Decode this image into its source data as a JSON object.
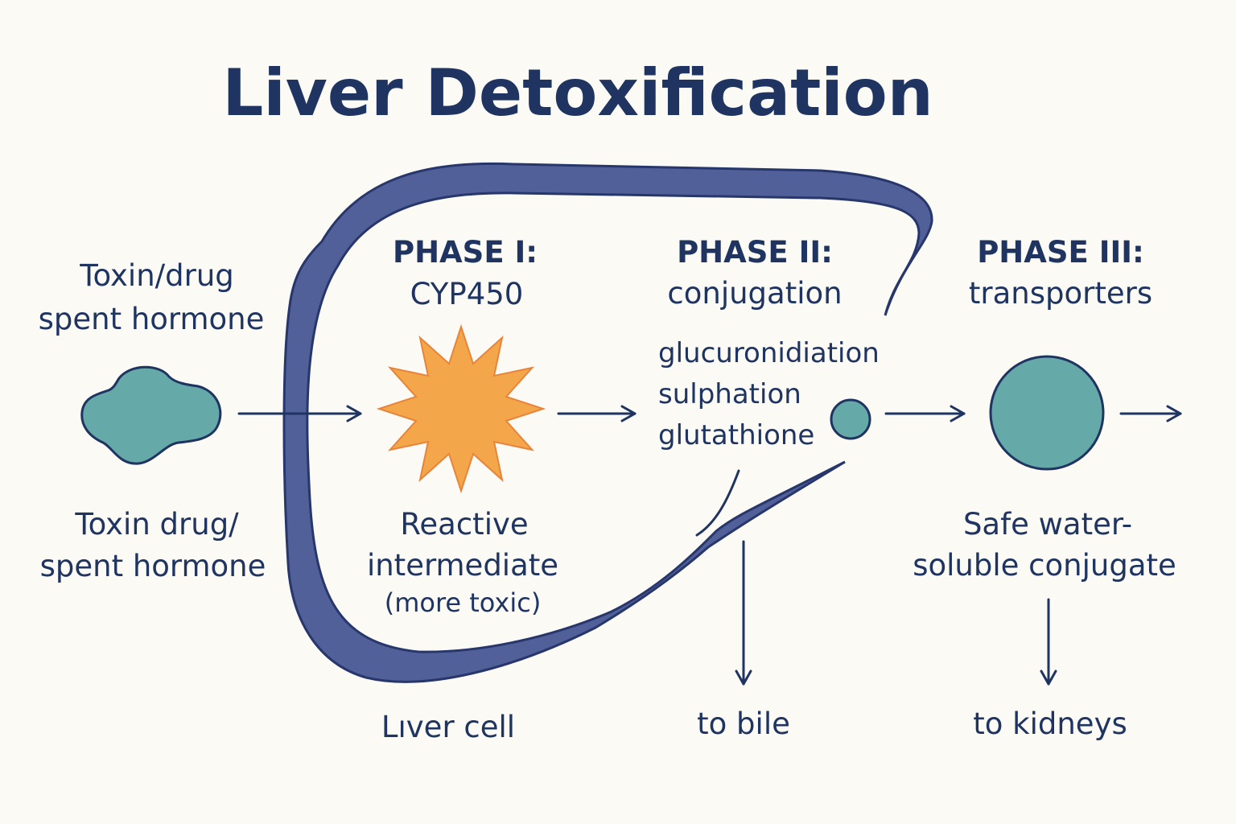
{
  "title": "Liver Detoxification",
  "input": {
    "top_line1": "Toxin/drug",
    "top_line2": "spent hormone",
    "bottom_line1": "Toxin drug/",
    "bottom_line2": "spent hormone"
  },
  "phase1": {
    "heading": "PHASE I:",
    "subheading": "CYP450",
    "result_line1": "Reactive",
    "result_line2": "intermediate",
    "result_line3": "(more toxic)"
  },
  "phase2": {
    "heading": "PHASE II:",
    "subheading": "conjugation",
    "pathways": [
      "glucuronidiation",
      "sulphation",
      "glutathione"
    ],
    "output": "to bile"
  },
  "phase3": {
    "heading": "PHASE III:",
    "subheading": "transporters",
    "result_line1": "Safe water-",
    "result_line2": "soluble conjugate",
    "output": "to kidneys"
  },
  "cell_label": "Lıver cell",
  "colors": {
    "text": "#1f3461",
    "membrane": "#52609a",
    "membrane_outline": "#27366b",
    "molecule": "#65a9a9",
    "reactive": "#f4a64a",
    "background": "#fbfaf4"
  }
}
